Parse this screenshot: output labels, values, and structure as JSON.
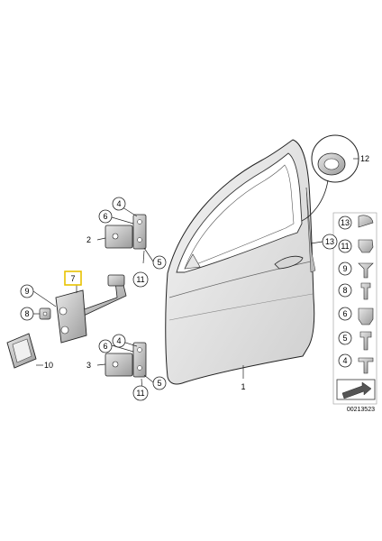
{
  "diagram": {
    "callouts": {
      "door": "1",
      "hinge_upper": "2",
      "hinge_lower": "3",
      "bolt_upper": "4",
      "bolt_lower": "4",
      "nut_upper": "5",
      "nut_lower": "5",
      "hex_upper": "6",
      "hex_lower": "6",
      "check_strap": "7",
      "washer_8": "8",
      "screw_9": "9",
      "gasket_10": "10",
      "circle_upper": "11",
      "circle_lower": "11",
      "plug_12": "12",
      "cap_13": "13"
    },
    "legend": {
      "items": [
        "13",
        "11",
        "9",
        "8",
        "6",
        "5",
        "4"
      ]
    },
    "diagram_code": "00213523"
  }
}
